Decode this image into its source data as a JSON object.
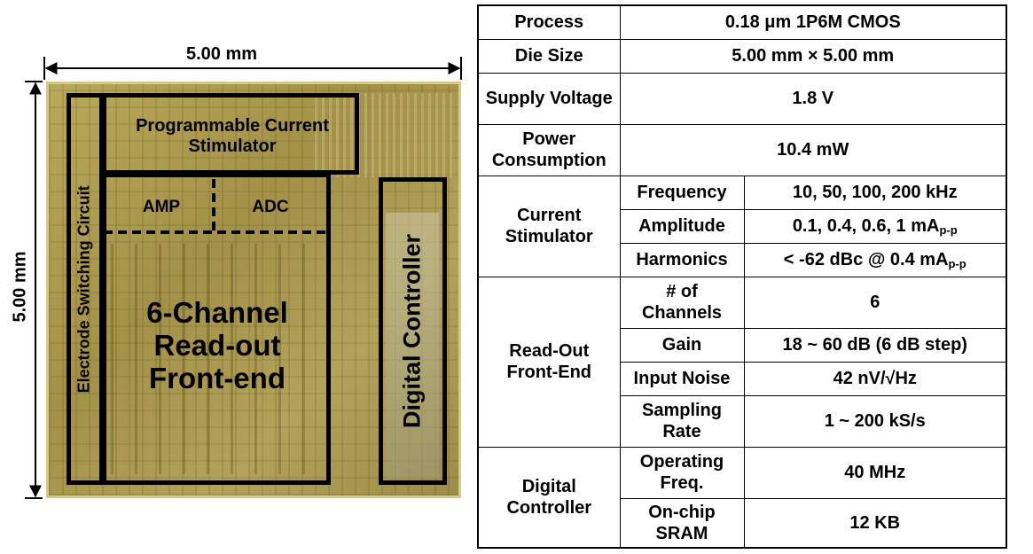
{
  "die_photo": {
    "width_label": "5.00 mm",
    "height_label": "5.00 mm",
    "blocks": {
      "stimulator": "Programmable Current Stimulator",
      "switching": "Electrode Switching Circuit",
      "amp": "AMP",
      "adc": "ADC",
      "readout": "6-Channel Read-out Front-end",
      "digital": "Digital Controller"
    }
  },
  "table": {
    "process": {
      "label": "Process",
      "value": "0.18 μm 1P6M CMOS"
    },
    "die_size": {
      "label": "Die Size",
      "value": "5.00 mm × 5.00 mm"
    },
    "supply": {
      "label": "Supply Voltage",
      "value": "1.8 V"
    },
    "power": {
      "label": "Power Consumption",
      "value": "10.4 mW"
    },
    "stimulator": {
      "label": "Current Stimulator",
      "frequency": {
        "label": "Frequency",
        "value": "10, 50, 100, 200 kHz"
      },
      "amplitude": {
        "label": "Amplitude",
        "value": "0.1, 0.4, 0.6, 1 mA",
        "sub": "p-p"
      },
      "harmonics": {
        "label": "Harmonics",
        "value": "< -62 dBc @ 0.4 mA",
        "sub": "p-p"
      }
    },
    "readout": {
      "label": "Read-Out Front-End",
      "channels": {
        "label": "# of Channels",
        "value": "6"
      },
      "gain": {
        "label": "Gain",
        "value": "18 ~ 60 dB (6 dB step)"
      },
      "noise": {
        "label": "Input Noise",
        "value": "42 nV/√Hz"
      },
      "sampling": {
        "label": "Sampling Rate",
        "value": "1 ~ 200 kS/s"
      }
    },
    "digital": {
      "label": "Digital Controller",
      "freq": {
        "label": "Operating Freq.",
        "value": "40 MHz"
      },
      "sram": {
        "label": "On-chip SRAM",
        "value": "12 KB"
      }
    }
  }
}
